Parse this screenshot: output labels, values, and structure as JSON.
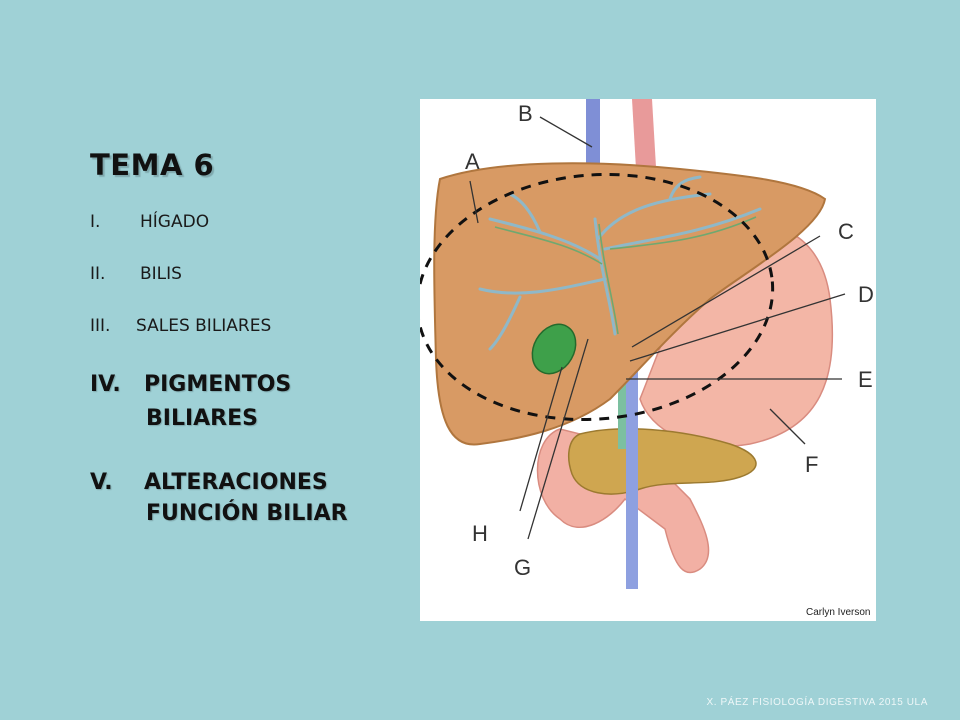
{
  "slide": {
    "title": "TEMA 6",
    "items": [
      {
        "num": "I.",
        "text": "HÍGADO"
      },
      {
        "num": "II.",
        "text": "BILIS"
      },
      {
        "num": "III.",
        "text": "SALES BILIARES"
      },
      {
        "num": "IV.",
        "text": "PIGMENTOS",
        "cont": "BILIARES"
      },
      {
        "num": "V.",
        "text": "ALTERACIONES",
        "cont": "FUNCIÓN BILIAR"
      }
    ],
    "footer": "X. PÁEZ   FISIOLOGÍA DIGESTIVA 2015  ULA"
  },
  "figure": {
    "labels": [
      "A",
      "B",
      "C",
      "D",
      "E",
      "F",
      "G",
      "H"
    ],
    "credit": "Carlyn Iverson"
  }
}
